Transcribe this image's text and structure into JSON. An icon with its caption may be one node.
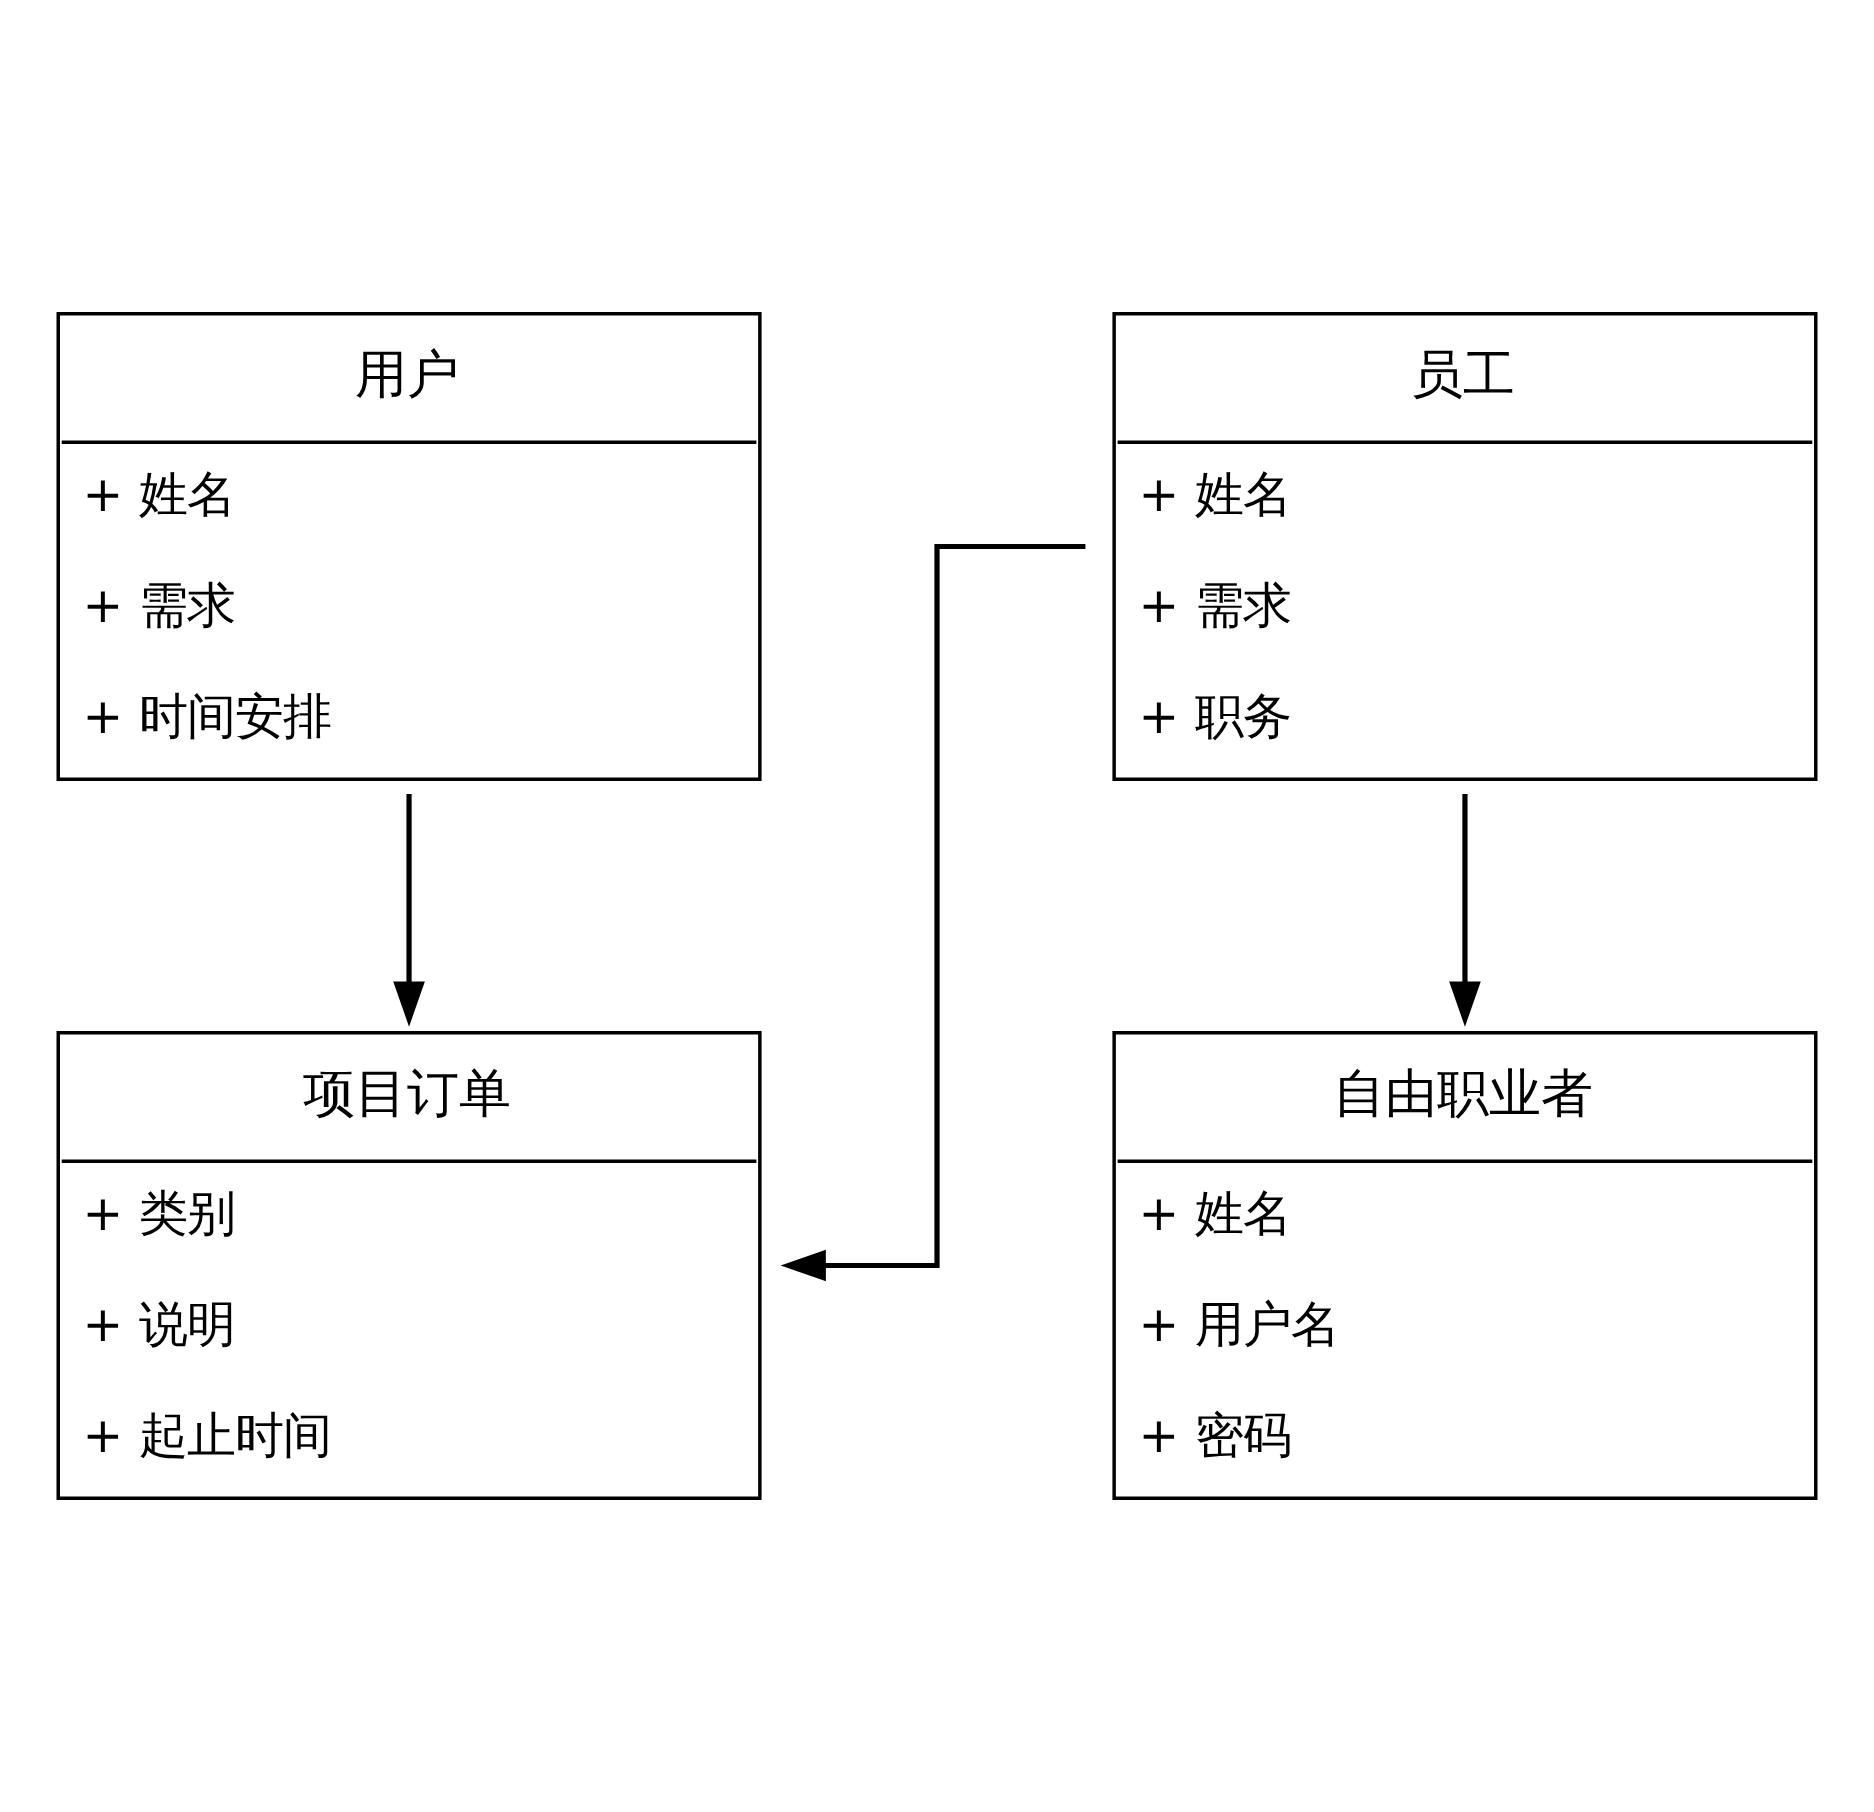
{
  "diagram": {
    "nodes": [
      {
        "text": [
          "用户",
          "+ 姓名",
          "+ 需求",
          "+ 时间安排"
        ]
      },
      {
        "text": [
          "员工",
          "+ 姓名",
          "+ 需求",
          "+ 职务"
        ]
      },
      {
        "text": [
          "项目订单",
          "+ 类别",
          "+ 说明",
          "+ 起止时间"
        ]
      },
      {
        "text": [
          "自由职业者",
          "+ 姓名",
          "+ 用户名",
          "+ 密码"
        ]
      }
    ],
    "edges": [
      {
        "from": 0,
        "to": 2,
        "arrow": "to"
      },
      {
        "from": 1,
        "to": 2,
        "arrow": "to"
      },
      {
        "from": 1,
        "to": 3,
        "arrow": "to"
      }
    ]
  }
}
